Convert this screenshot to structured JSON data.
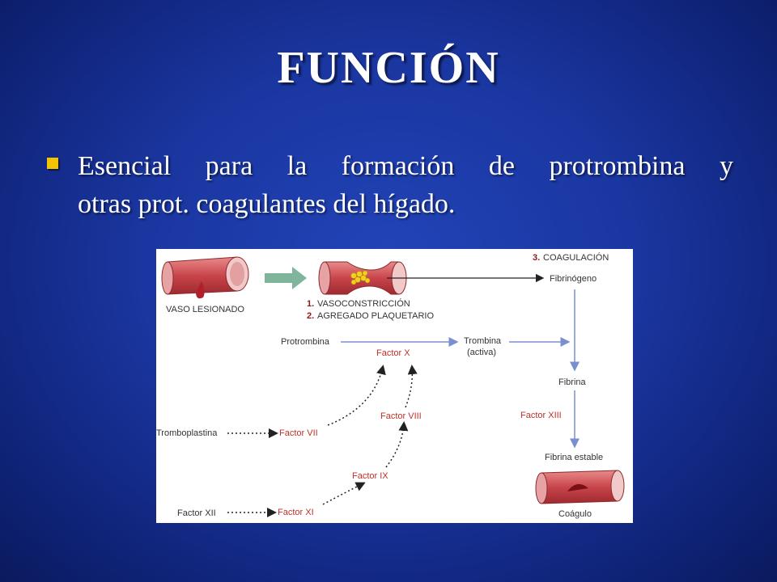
{
  "slide": {
    "title": "FUNCIÓN",
    "bullet_line1": "Esencial para la formación de protrombina y",
    "bullet_line2": "otras prot. coagulantes del hígado."
  },
  "diagram": {
    "vaso_lesionado": "VASO LESIONADO",
    "step1_num": "1.",
    "step1": "VASOCONSTRICCIÓN",
    "step2_num": "2.",
    "step2": "AGREGADO PLAQUETARIO",
    "step3_num": "3.",
    "step3": "COAGULACIÓN",
    "fibrinogeno": "Fibrinógeno",
    "protrombina": "Protrombina",
    "trombina": "Trombina",
    "activa": "(activa)",
    "factor_x": "Factor X",
    "fibrina": "Fibrina",
    "factor_xiii": "Factor XIII",
    "fibrina_estable": "Fibrina estable",
    "coagulo": "Coágulo",
    "tromboplastina": "Tromboplastina",
    "factor_vii": "Factor VII",
    "factor_viii": "Factor VIII",
    "factor_ix": "Factor IX",
    "factor_xii": "Factor XII",
    "factor_xi": "Factor XI"
  },
  "colors": {
    "background": "#1a36a0",
    "bullet": "#f3c300",
    "vessel": "#c8454b",
    "arrow_blue": "#7a8fd0",
    "arrow_green": "#7fb59a"
  }
}
